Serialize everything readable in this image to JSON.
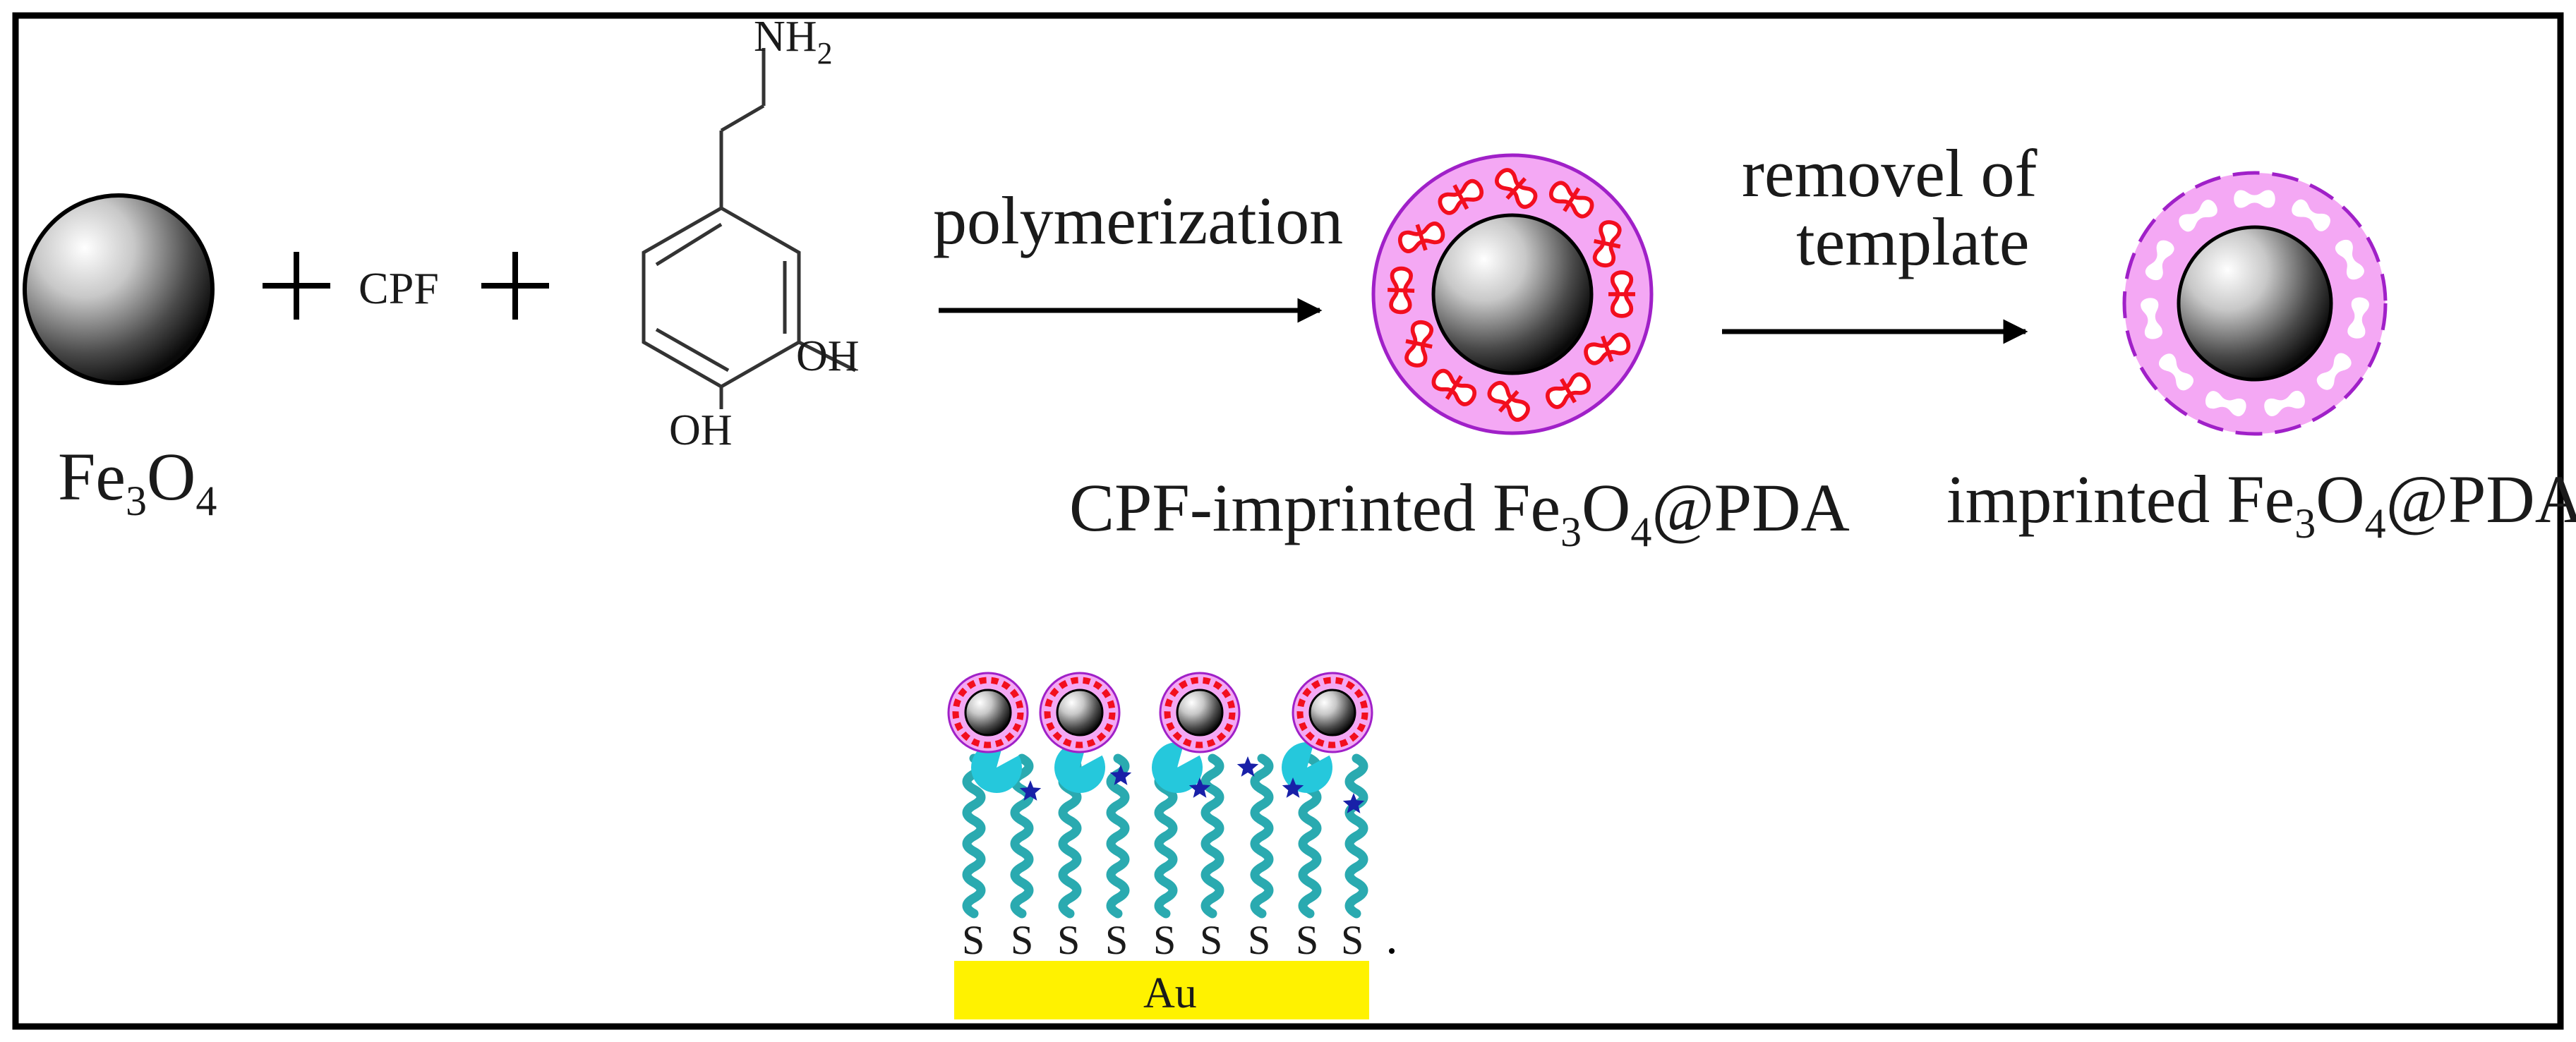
{
  "labels": {
    "fe3o4": {
      "base": "Fe",
      "sub1": "3",
      "mid": "O",
      "sub2": "4"
    },
    "cpf": "CPF",
    "nh2": {
      "base": "NH",
      "sub": "2"
    },
    "oh_ring_right": "OH",
    "oh_ring_bottom": "OH",
    "polymerization": "polymerization",
    "removal_line1": "removel of",
    "removal_line2": "template",
    "cpf_imprinted": {
      "prefix": "CPF-imprinted  Fe",
      "sub1": "3",
      "mid": "O",
      "sub2": "4",
      "suffix": "@PDA"
    },
    "imprinted": {
      "prefix": "imprinted Fe",
      "sub1": "3",
      "mid": "O",
      "sub2": "4",
      "suffix": "@PDA"
    },
    "sulfur": [
      "S",
      "S",
      "S",
      "S",
      "S",
      "S",
      "S",
      "S",
      "S"
    ],
    "au": "Au"
  },
  "colors": {
    "pda_shell": "#f4a8f4",
    "shell_outline": "#a020c8",
    "template": "#f20e1e",
    "linker": "#2aaab0",
    "binding_site": "#25c8dc",
    "star": "#1820a8",
    "gold": "#fff200"
  }
}
